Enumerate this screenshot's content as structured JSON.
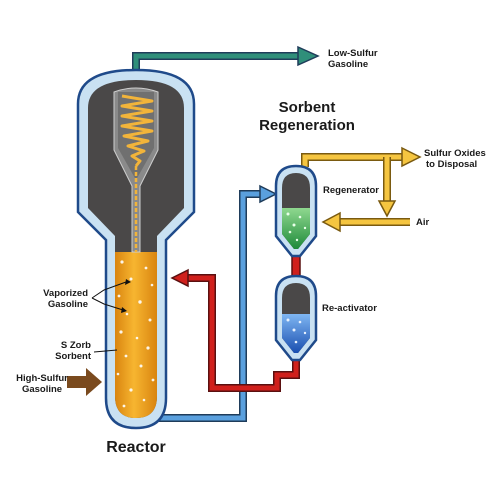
{
  "labels": {
    "low_sulfur_line1": "Low-Sulfur",
    "low_sulfur_line2": "Gasoline",
    "sorbent_regen_line1": "Sorbent",
    "sorbent_regen_line2": "Regeneration",
    "sulfur_oxides_line1": "Sulfur Oxides",
    "sulfur_oxides_line2": "to Disposal",
    "regenerator": "Regenerator",
    "air": "Air",
    "reactivator": "Re-activator",
    "vaporized_line1": "Vaporized",
    "vaporized_line2": "Gasoline",
    "szorb_line1": "S Zorb",
    "szorb_line2": "Sorbent",
    "high_sulfur_line1": "High-Sulfur",
    "high_sulfur_line2": "Gasoline",
    "reactor": "Reactor"
  },
  "colors": {
    "vessel_outline": "#1f4a8a",
    "vessel_glass": "#c9e1f2",
    "vessel_interior": "#4a4848",
    "sorbent_fill": "#f0a020",
    "spring": "#f2b43a",
    "pipe_green": "#2f8f7a",
    "pipe_blue": "#5aa0de",
    "pipe_red": "#d0201c",
    "pipe_yellow": "#f5c540",
    "feed_arrow": "#7a4a1e",
    "regenerator_fill": "#3fae4a",
    "reactivator_fill": "#2f6fd0"
  }
}
